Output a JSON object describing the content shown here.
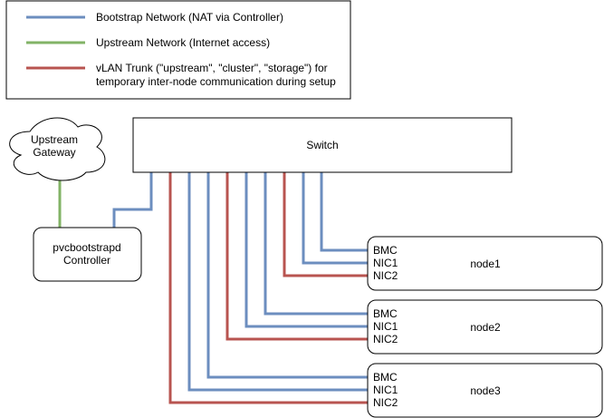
{
  "legend": {
    "items": [
      {
        "lines": [
          "Bootstrap Network (NAT via Controller)"
        ],
        "color": "#6c8ebf"
      },
      {
        "lines": [
          "Upstream Network (Internet access)"
        ],
        "color": "#82b366"
      },
      {
        "lines": [
          "vLAN Trunk (\"upstream\", \"cluster\", \"storage\") for",
          "temporary inter-node communication during setup"
        ],
        "color": "#b85450"
      }
    ]
  },
  "cloud": {
    "lines": [
      "Upstream",
      "Gateway"
    ]
  },
  "switch": {
    "label": "Switch"
  },
  "controller": {
    "lines": [
      "pvcbootstrapd",
      "Controller"
    ]
  },
  "nodes": [
    {
      "name": "node1",
      "ports": [
        "BMC",
        "NIC1",
        "NIC2"
      ]
    },
    {
      "name": "node2",
      "ports": [
        "BMC",
        "NIC1",
        "NIC2"
      ]
    },
    {
      "name": "node3",
      "ports": [
        "BMC",
        "NIC1",
        "NIC2"
      ]
    }
  ],
  "colors": {
    "bootstrap": "#6c8ebf",
    "upstream": "#82b366",
    "vlan": "#b85450",
    "stroke": "#000000"
  }
}
